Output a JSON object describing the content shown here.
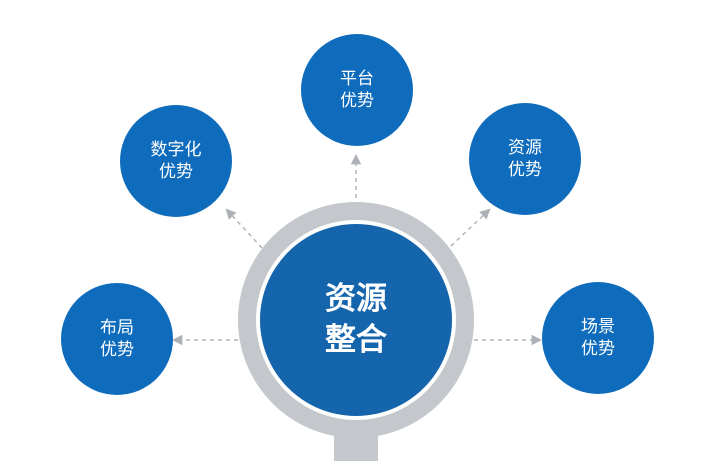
{
  "center": {
    "line1": "资源",
    "line2": "整合",
    "color": "#1565ad",
    "ring_color": "#c4c7cc"
  },
  "nodes": [
    {
      "id": "layout",
      "line1": "布局",
      "line2": "优势"
    },
    {
      "id": "digital",
      "line1": "数字化",
      "line2": "优势"
    },
    {
      "id": "platform",
      "line1": "平台",
      "line2": "优势"
    },
    {
      "id": "resource",
      "line1": "资源",
      "line2": "优势"
    },
    {
      "id": "scene",
      "line1": "场景",
      "line2": "优势"
    }
  ],
  "colors": {
    "node": "#0f6cbd",
    "arrow": "#aeb2b8"
  }
}
